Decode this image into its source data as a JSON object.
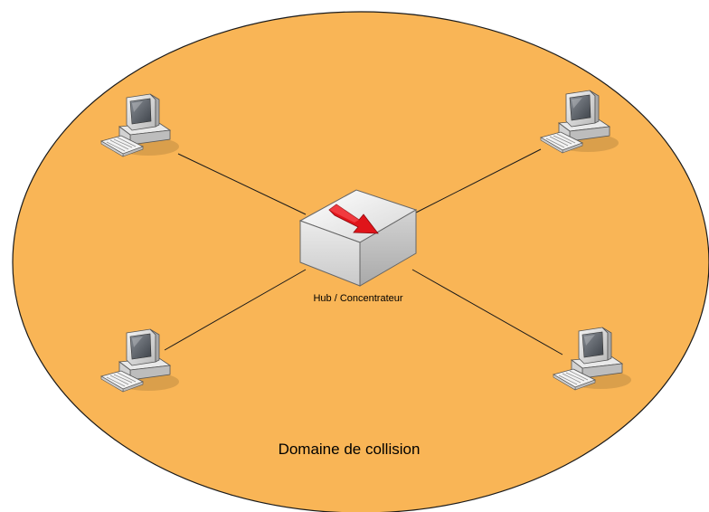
{
  "diagram": {
    "domain_label": "Domaine de collision",
    "hub_label": "Hub / Concentrateur",
    "colors": {
      "domain_fill": "#F9B556",
      "domain_stroke": "#1a1a1a",
      "link": "#1a1a1a",
      "arrow": "#E0141A"
    },
    "nodes": [
      {
        "id": "pc-top-left",
        "icon": "desktop-computer-icon"
      },
      {
        "id": "pc-top-right",
        "icon": "desktop-computer-icon"
      },
      {
        "id": "pc-bottom-left",
        "icon": "desktop-computer-icon"
      },
      {
        "id": "pc-bottom-right",
        "icon": "desktop-computer-icon"
      }
    ],
    "hub": {
      "icon": "hub-box-icon",
      "arrow_icon": "red-arrow-icon"
    }
  }
}
